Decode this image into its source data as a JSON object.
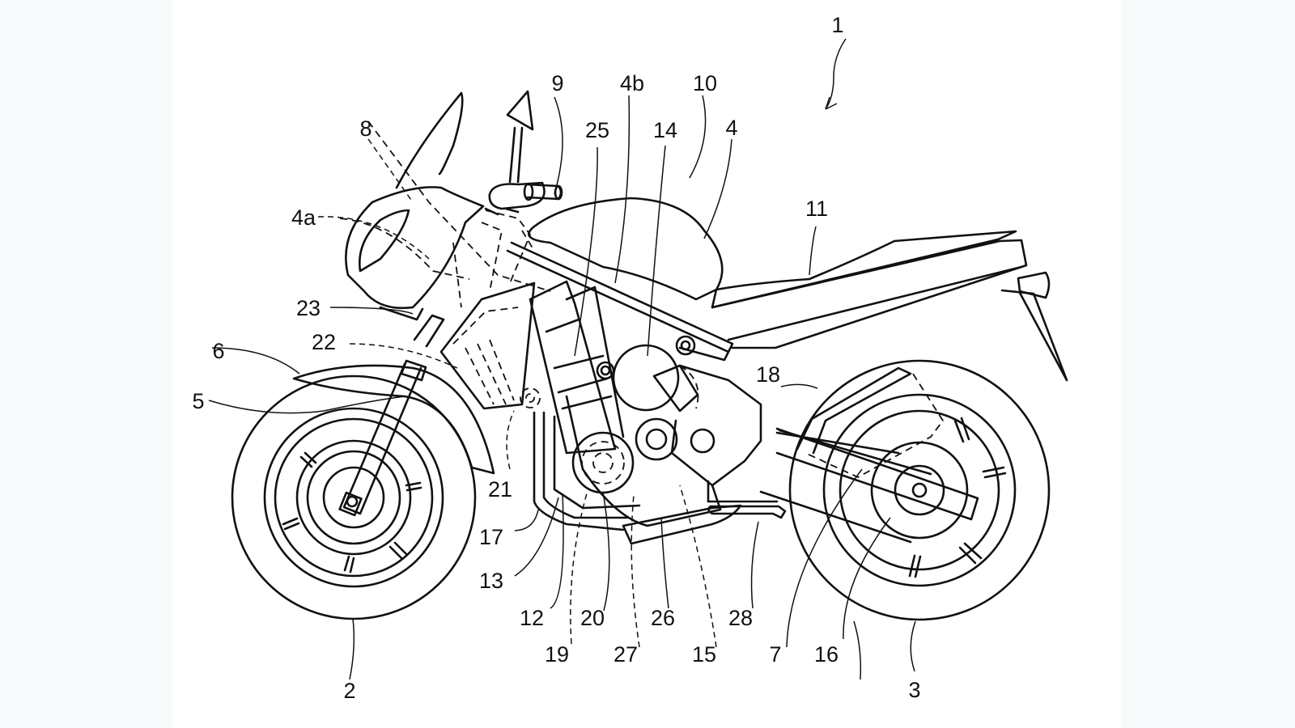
{
  "figure": {
    "subject": "motorcycle side view (patent drawing)",
    "colors": {
      "line": "#111111",
      "page": "#ffffff",
      "margin": "#f8fbfb"
    },
    "reference_numerals": {
      "n1": "1",
      "n2": "2",
      "n3": "3",
      "n4": "4",
      "n4a": "4a",
      "n4b": "4b",
      "n5": "5",
      "n6": "6",
      "n7": "7",
      "n8": "8",
      "n9": "9",
      "n10": "10",
      "n11": "11",
      "n12": "12",
      "n13": "13",
      "n14": "14",
      "n15": "15",
      "n16": "16",
      "n17": "17",
      "n18": "18",
      "n19": "19",
      "n20": "20",
      "n21": "21",
      "n22": "22",
      "n23": "23",
      "n25": "25",
      "n26": "26",
      "n27": "27",
      "n28": "28"
    }
  }
}
